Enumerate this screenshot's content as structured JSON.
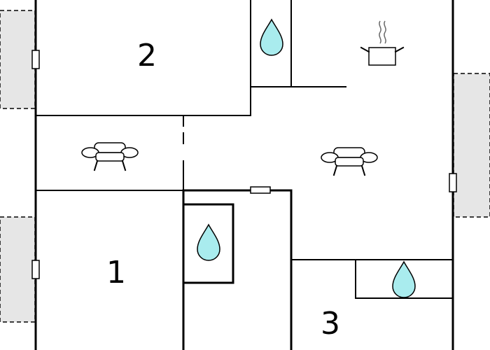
{
  "floorplan": {
    "rooms": [
      {
        "id": "bedroom-2",
        "label": "2"
      },
      {
        "id": "bedroom-1",
        "label": "1"
      },
      {
        "id": "bedroom-3",
        "label": "3"
      }
    ],
    "icons": {
      "bathroom": "water-drop-icon",
      "kitchen": "cooking-pot-icon",
      "living": "sofa-icon"
    },
    "colors": {
      "wall": "#000000",
      "water": "#a9ecee",
      "terrace": "#e6e6e6",
      "background": "#ffffff"
    }
  }
}
